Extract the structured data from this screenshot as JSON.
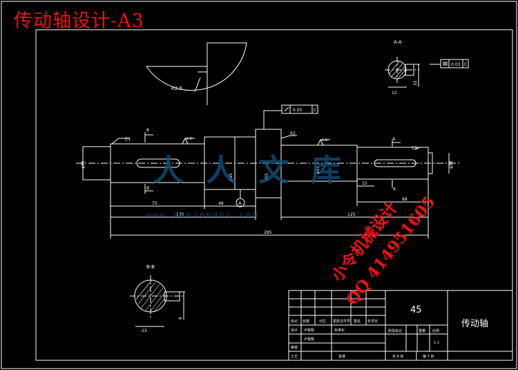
{
  "title": "传动轴设计-A3",
  "stamp": {
    "line1": "小令机械设计",
    "line2": "QQ 414951605"
  },
  "watermark": {
    "chars": "人人文库",
    "url": "www.renrendoc.com"
  },
  "sections": {
    "aa_label": "A-A",
    "bb_label": "B-B",
    "a_mark": "A",
    "b_mark": "B"
  },
  "dimensions": {
    "r25": "R2.5",
    "c1_left": "C1",
    "c1_right": "C1",
    "r2": "R2",
    "d30": "φ30",
    "d45": "φ45",
    "d55": "φ55",
    "d33": "φ33",
    "d38": "φ38",
    "ra16_left": "1.6",
    "ra16_right": "1.6",
    "len75": "75",
    "len48": "48",
    "len170": "170",
    "len125": "125",
    "len15": "15",
    "len68": "68",
    "len285": "285",
    "aa_width": "12",
    "aa_depth": "32",
    "bb_width": "23",
    "bb_depth": "8",
    "datum": "A"
  },
  "tolerances": {
    "runout_value": "0.05",
    "runout_datum": "C",
    "sym_value": "0.03",
    "sym_datum": "C"
  },
  "titleblock": {
    "material": "45",
    "part_name": "传动轴",
    "row_labels": [
      "标记",
      "设计",
      "审核",
      "工艺"
    ],
    "col_labels": [
      "处数",
      "分区",
      "更改文件号",
      "签名",
      "年月日"
    ],
    "names": [
      "卢俊辉",
      "卢俊辉"
    ],
    "stage_label": "阶段标记",
    "weight_label": "重量",
    "scale_label": "比例",
    "scale_value": "1:1",
    "sheets_total": "共 9 张",
    "sheet_no": "第 7 张",
    "approve": "批准",
    "standard": "标准化"
  }
}
